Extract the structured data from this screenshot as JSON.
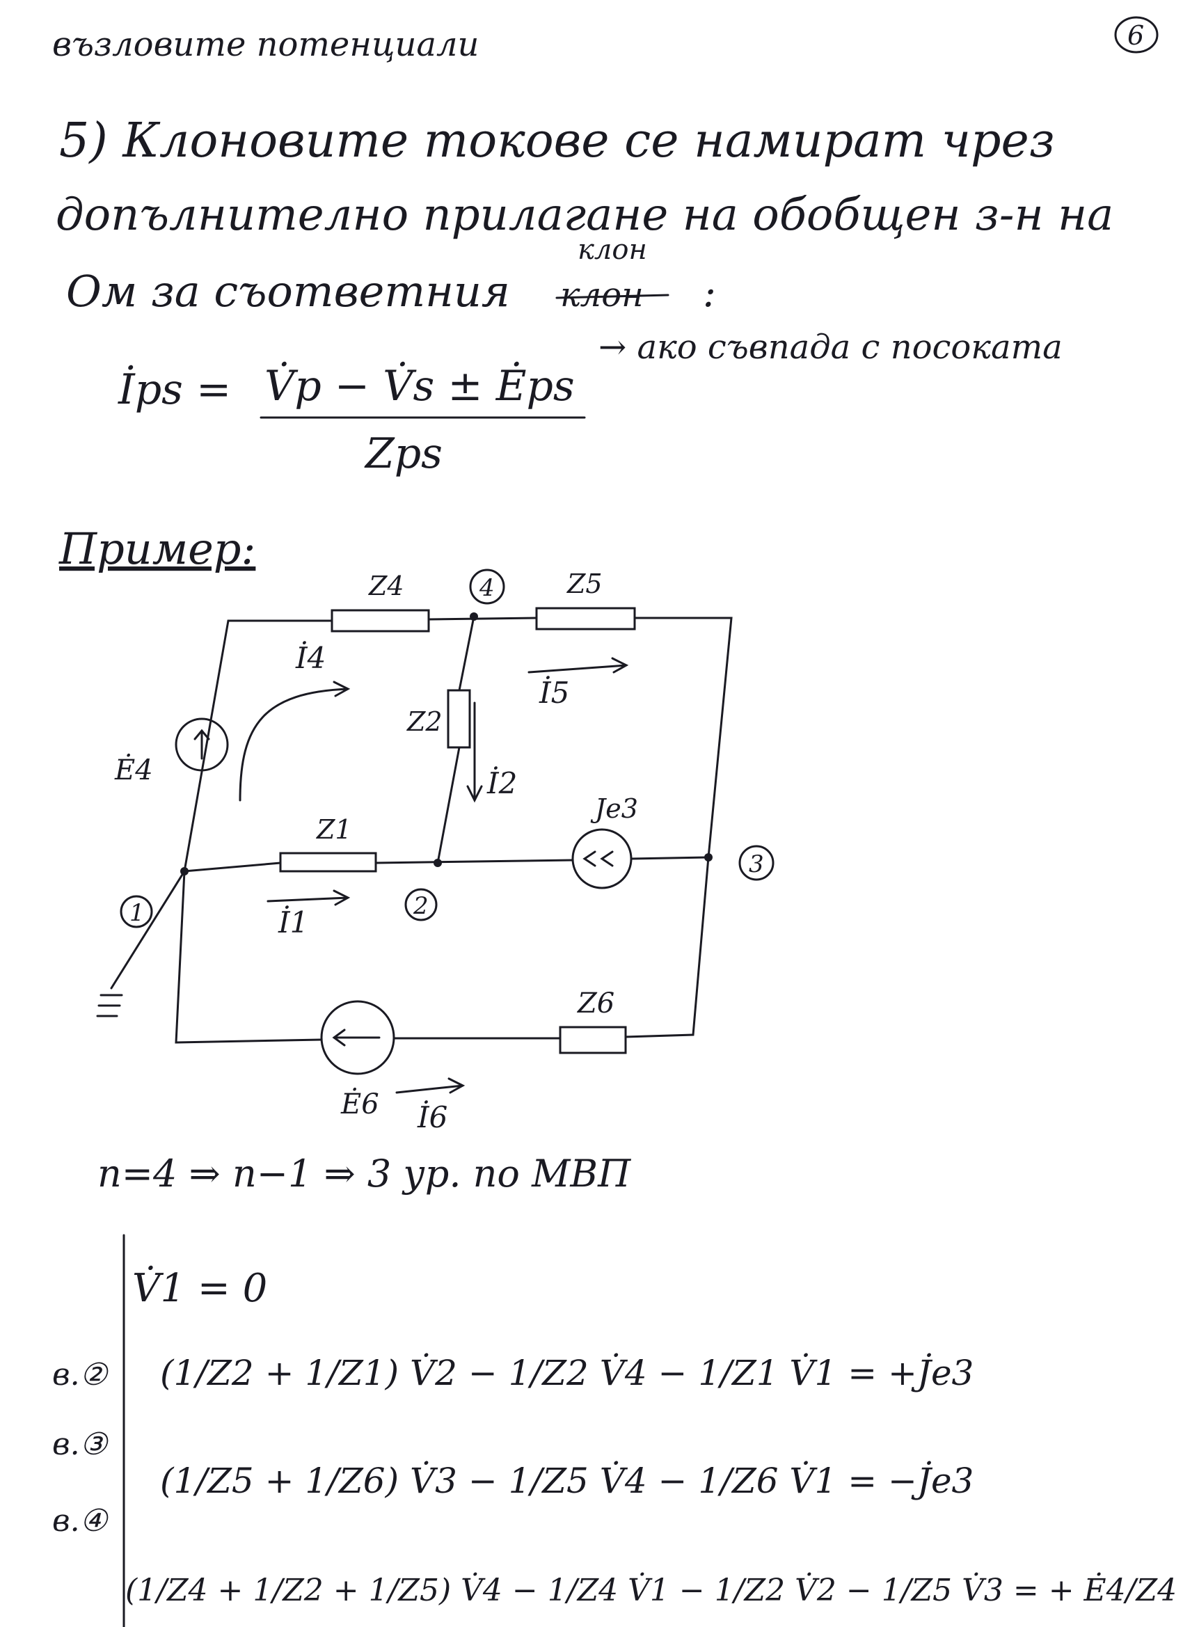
{
  "header": {
    "title": "възловите потенциали",
    "page_number": "6"
  },
  "intro": {
    "line1": "5) Клоновите токове се намират чрез",
    "line2": "допълнително прилагане на обобщен з-н на",
    "line3": "Ом за съответния",
    "word_crossed": "клон",
    "word_correction": "клон",
    "colon": ":"
  },
  "formula": {
    "lhs": "İps =",
    "numerator": "V̇p − V̇s ± Ėps",
    "denominator": "Zps",
    "note": "→ ако съвпада с посоката"
  },
  "example": {
    "heading": "Пример:",
    "labels": {
      "z1": "Z1",
      "z2": "Z2",
      "z4": "Z4",
      "z5": "Z5",
      "z6": "Z6",
      "je3": "Je3",
      "e4": "Ė4",
      "e6": "Ė6",
      "i1": "İ1",
      "i2": "İ2",
      "i4": "İ4",
      "i5": "İ5",
      "i6": "İ6",
      "node1": "1",
      "node2": "2",
      "node3": "3",
      "node4": "4"
    }
  },
  "count_line": "n=4 ⇒ n−1 ⇒ 3 ур. по МВП",
  "equations": {
    "eq0": "V̇1 = 0",
    "eq1_label": "в.②",
    "eq1": "(1/Z2 + 1/Z1) V̇2 − 1/Z2 V̇4 − 1/Z1 V̇1 = +J̇e3",
    "eq2_label": "в.③",
    "eq2": "(1/Z5 + 1/Z6) V̇3 − 1/Z5 V̇4 − 1/Z6 V̇1 = −J̇e3",
    "eq3_label": "в.④",
    "eq3": "(1/Z4 + 1/Z2 + 1/Z5) V̇4 − 1/Z4 V̇1 − 1/Z2 V̇2 − 1/Z5 V̇3 = + Ė4/Z4"
  }
}
